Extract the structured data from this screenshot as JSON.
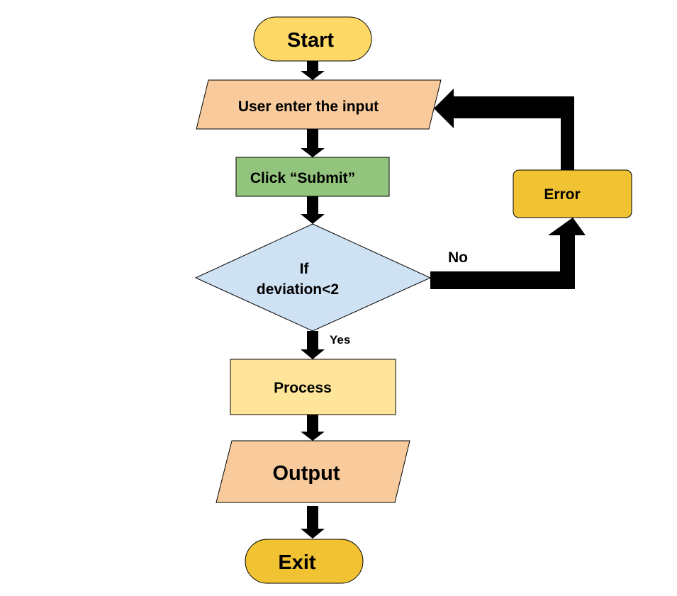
{
  "nodes": {
    "start": {
      "label": "Start",
      "fill": "#ffd966"
    },
    "input": {
      "label": "User enter the input",
      "fill": "#f9cb9c"
    },
    "submit": {
      "label": "Click “Submit”",
      "fill": "#93c47d"
    },
    "decision": {
      "line1": "If",
      "line2": "deviation<2",
      "fill": "#cfe2f3"
    },
    "error": {
      "label": "Error",
      "fill": "#f1c232"
    },
    "process": {
      "label": "Process",
      "fill": "#ffe599"
    },
    "output": {
      "label": "Output",
      "fill": "#f9cb9c"
    },
    "exit": {
      "label": "Exit",
      "fill": "#f1c232"
    }
  },
  "edges": {
    "yes_label": "Yes",
    "no_label": "No",
    "color": "#000000"
  }
}
